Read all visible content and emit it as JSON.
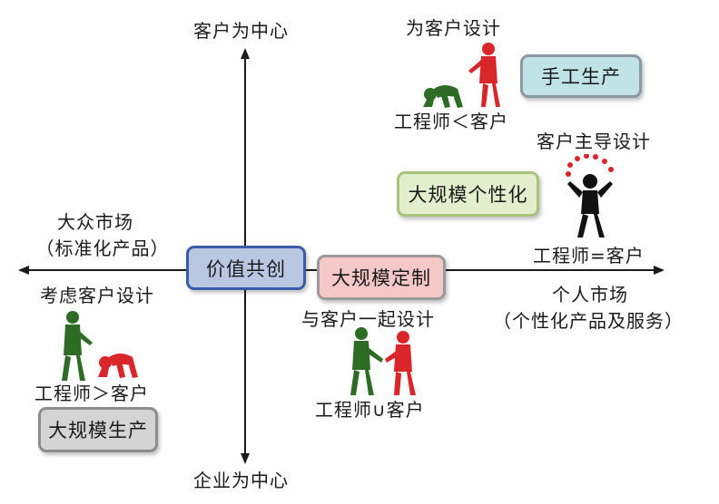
{
  "axes": {
    "top": "客户为中心",
    "bottom": "企业为中心",
    "left_line1": "大众市场",
    "left_line2": "（标准化产品）",
    "right_line1": "个人市场",
    "right_line2": "（个性化产品及服务）"
  },
  "center_box": "价值共创",
  "boxes": {
    "handcraft": "手工生产",
    "mass_personalization": "大规模个性化",
    "mass_customization": "大规模定制",
    "mass_production": "大规模生产"
  },
  "captions": {
    "design_for_customer": "为客户设计",
    "engineer_lt_customer": "工程师＜客户",
    "customer_led_design": "客户主导设计",
    "engineer_eq_customer": "工程师=客户",
    "co_design": "与客户一起设计",
    "engineer_union_customer": "工程师∪客户",
    "consider_customer": "考虑客户设计",
    "engineer_gt_customer": "工程师＞客户"
  },
  "colors": {
    "axis": "#1a1a1a",
    "center_fill": "#b9c7e3",
    "center_border": "#3a5ca8",
    "handcraft_fill": "#bfe3e6",
    "handcraft_border": "#8a9aa0",
    "personalization_fill": "#e3efcc",
    "personalization_border": "#a9c27b",
    "customization_fill": "#f5c8c8",
    "customization_border": "#9a9a9a",
    "production_fill": "#d4d4d4",
    "production_border": "#8c8c8c",
    "engineer": "#2e6b24",
    "customer": "#d8262b"
  }
}
